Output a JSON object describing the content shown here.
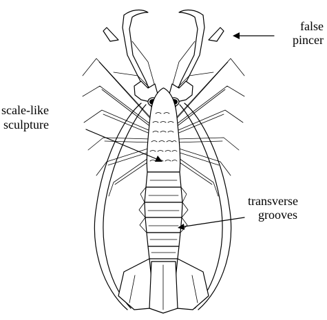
{
  "labels": {
    "false_pincer": [
      "false",
      "pincer"
    ],
    "scale_like_sculpture": [
      "scale-like",
      "sculpture"
    ],
    "transverse_grooves": [
      "transverse",
      "grooves"
    ]
  },
  "colors": {
    "ink": "#000000",
    "background": "#ffffff"
  }
}
